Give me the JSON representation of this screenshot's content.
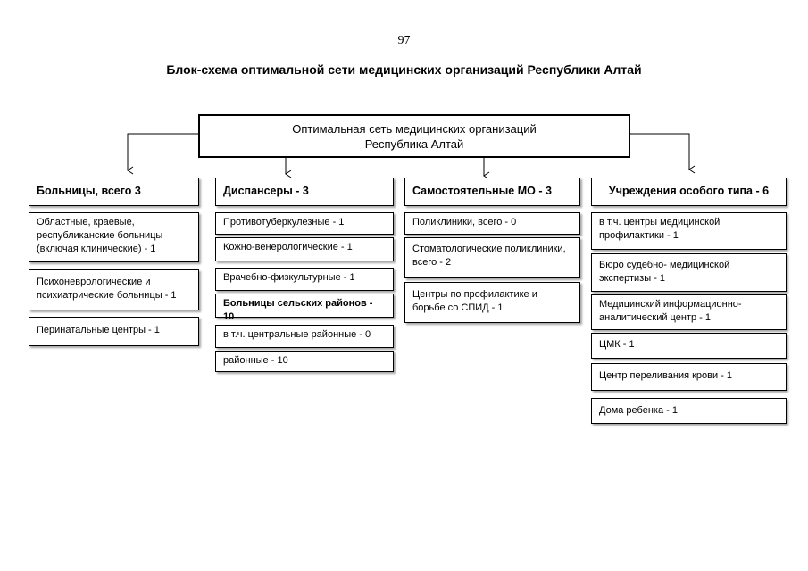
{
  "page_number": "97",
  "title": "Блок-схема оптимальной сети медицинских организаций Республики Алтай",
  "root": "Оптимальная сеть медицинских организаций\nРеспублика Алтай",
  "columns": [
    {
      "header": "Больницы, всего 3",
      "items": [
        "Областные, краевые, республиканские больницы (включая клинические) - 1",
        "Психоневрологические и психиатрические  больницы - 1",
        "Перинатальные центры -  1"
      ]
    },
    {
      "header": "Диспансеры - 3",
      "items": [
        "Противотуберкулезные - 1",
        "Кожно-венерологические - 1",
        "Врачебно-физкультурные - 1",
        "Больницы сельских районов - 10",
        "в т.ч. центральные районные - 0",
        "районные - 10"
      ]
    },
    {
      "header": "Самостоятельные МО - 3",
      "items": [
        "Поликлиники, всего - 0",
        "Стоматологические поликлиники, всего - 2",
        "Центры по профилактике и борьбе со СПИД - 1"
      ]
    },
    {
      "header": "Учреждения особого типа - 6",
      "items": [
        "в т.ч. центры медицинской профилактики - 1",
        "Бюро судебно- медицинской экспертизы - 1",
        "Медицинский информационно-аналитический центр - 1",
        "ЦМК - 1",
        "Центр переливания крови - 1",
        "Дома ребенка - 1"
      ]
    }
  ]
}
